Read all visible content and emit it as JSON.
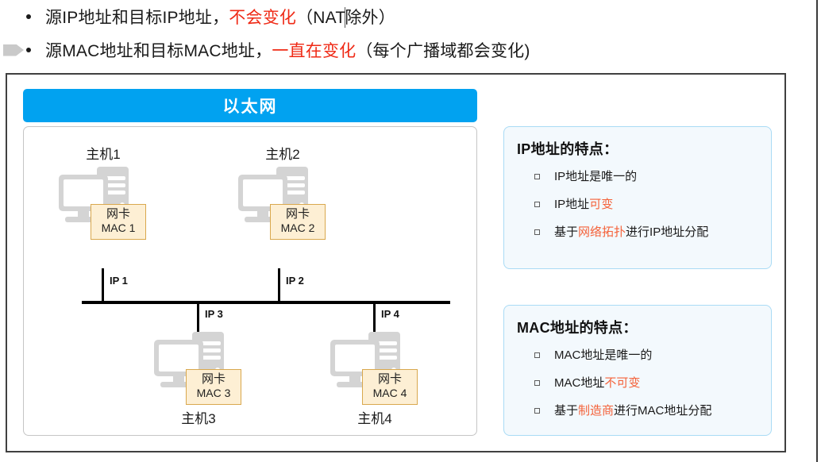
{
  "notes": {
    "line1": {
      "marker": "none",
      "bullet": "•",
      "seg1": "源IP地址和目标IP地址，",
      "seg2_red": "不会变化",
      "seg3": "（NAT",
      "seg4": "除外）"
    },
    "line2": {
      "marker": "pentagon-arrow-marker",
      "bullet": "•",
      "seg1": "源MAC地址和目标MAC地址，",
      "seg2_red": "一直在变化",
      "seg3": "（每个广播域都会变化)"
    }
  },
  "diagram": {
    "title": "以太网",
    "hosts": [
      {
        "name": "主机1",
        "nic_label": "网卡",
        "mac": "MAC 1",
        "ip_label": "IP 1"
      },
      {
        "name": "主机2",
        "nic_label": "网卡",
        "mac": "MAC 2",
        "ip_label": "IP 2"
      },
      {
        "name": "主机3",
        "nic_label": "网卡",
        "mac": "MAC 3",
        "ip_label": "IP 3"
      },
      {
        "name": "主机4",
        "nic_label": "网卡",
        "mac": "MAC 4",
        "ip_label": "IP 4"
      }
    ]
  },
  "panels": [
    {
      "title": "IP地址的特点：",
      "items": [
        {
          "pre": "IP地址是唯一的",
          "red": "",
          "post": ""
        },
        {
          "pre": "IP地址",
          "red": "可变",
          "post": ""
        },
        {
          "pre": "基于",
          "red": "网络拓扑",
          "post": "进行IP地址分配"
        }
      ]
    },
    {
      "title": "MAC地址的特点：",
      "items": [
        {
          "pre": "MAC地址是唯一的",
          "red": "",
          "post": ""
        },
        {
          "pre": "MAC地址",
          "red": "不可变",
          "post": ""
        },
        {
          "pre": "基于",
          "red": "制造商",
          "post": "进行MAC地址分配"
        }
      ]
    }
  ],
  "colors": {
    "accent_blue": "#01A2F0",
    "red_text": "#EF2A16",
    "panel_red": "#F4623A",
    "panel_bg": "#F3F9FD",
    "panel_border": "#A9DBF5",
    "mac_box_bg": "#FDEFD4",
    "mac_box_border": "#D9A84E",
    "icon_gray": "#D3D3D3"
  }
}
